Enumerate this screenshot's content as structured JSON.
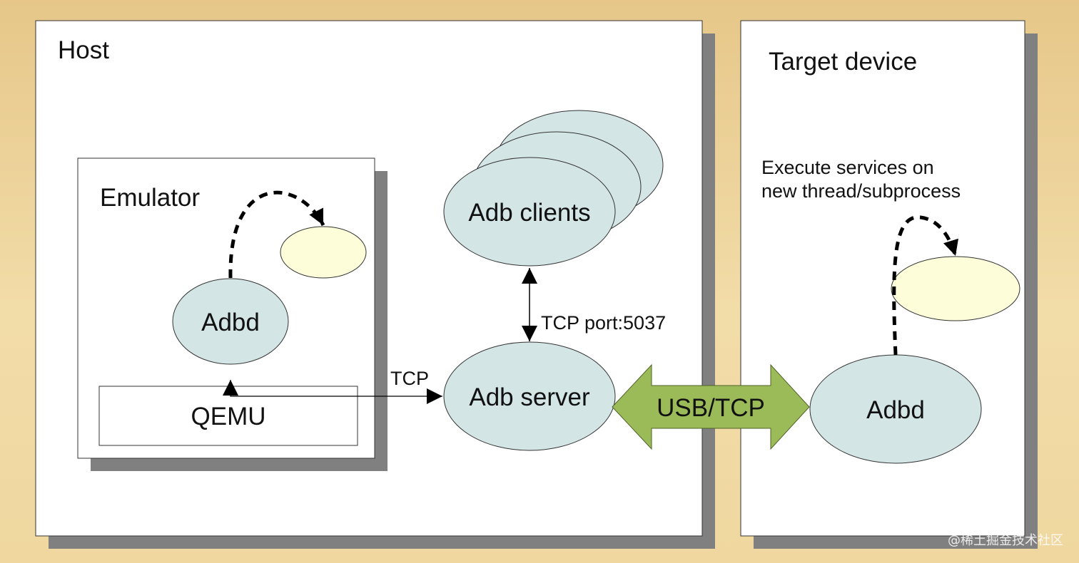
{
  "host": {
    "title": "Host"
  },
  "emulator": {
    "title": "Emulator",
    "adbd_label": "Adbd",
    "qemu_label": "QEMU"
  },
  "clients": {
    "label": "Adb clients"
  },
  "server": {
    "label": "Adb server"
  },
  "links": {
    "tcp_port_label": "TCP port:5037",
    "tcp_label": "TCP",
    "usb_tcp_label": "USB/TCP"
  },
  "target": {
    "title": "Target device",
    "note_line1": "Execute services on",
    "note_line2": "new thread/subprocess",
    "adbd_label": "Adbd"
  },
  "watermark": "@稀土掘金技术社区",
  "colors": {
    "background": "#f0d7a0",
    "panel": "#ffffff",
    "shadow": "#808080",
    "process": "#d4e5e6",
    "service": "#fdfdd9",
    "arrow_fill": "#9bbb59"
  }
}
